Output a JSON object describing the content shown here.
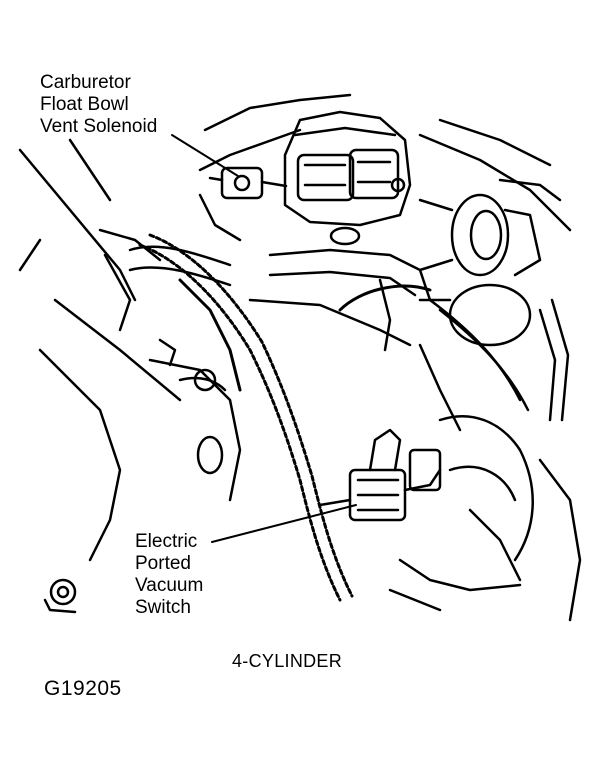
{
  "labels": {
    "float_bowl_solenoid": [
      "Carburetor",
      "Float Bowl",
      "Vent Solenoid"
    ],
    "vacuum_switch": [
      "Electric",
      "Ported",
      "Vacuum",
      "Switch"
    ]
  },
  "caption": "4-CYLINDER",
  "figure_id": "G19205"
}
